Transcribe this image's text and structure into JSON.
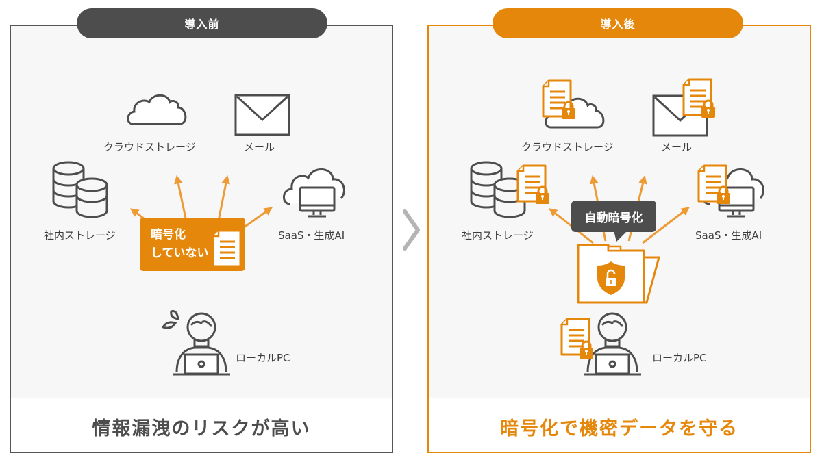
{
  "before": {
    "header": "導入前",
    "summary": "情報漏洩のリスクが高い",
    "badge_line1": "暗号化",
    "badge_line2": "していない",
    "labels": {
      "cloud_storage": "クラウドストレージ",
      "mail": "メール",
      "internal_storage": "社内ストレージ",
      "saas_ai": "SaaS・生成AI",
      "local_pc": "ローカルPC"
    }
  },
  "after": {
    "header": "導入後",
    "summary": "暗号化で機密データを守る",
    "bubble": "自動暗号化",
    "labels": {
      "cloud_storage": "クラウドストレージ",
      "mail": "メール",
      "internal_storage": "社内ストレージ",
      "saas_ai": "SaaS・生成AI",
      "local_pc": "ローカルPC"
    }
  },
  "colors": {
    "accent": "#e4870a",
    "dark": "#4d4d4d",
    "arrow": "#ee9a35",
    "chevron": "#b5b5b5"
  }
}
